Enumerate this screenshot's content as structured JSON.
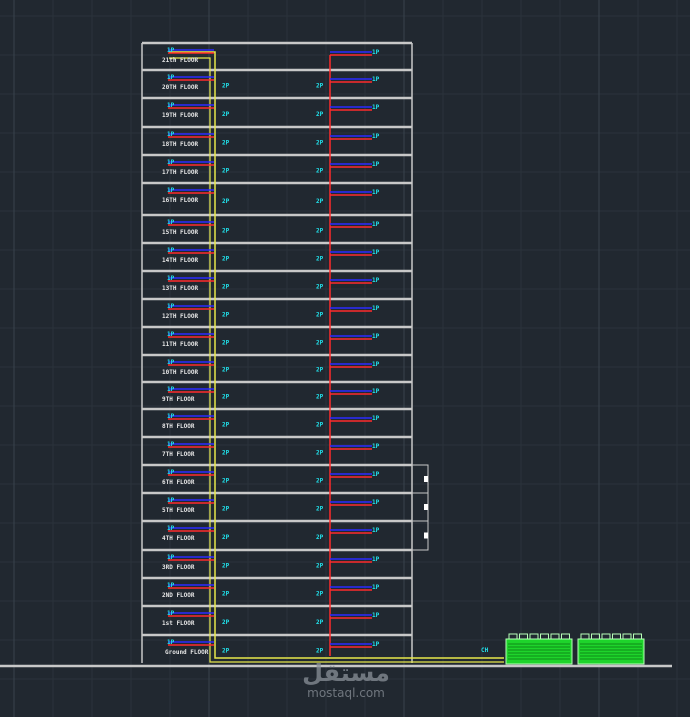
{
  "drawing": {
    "colors": {
      "background": "#212830",
      "grid_minor": "#2a323b",
      "grid_major": "#39424c",
      "slab": "#c8c8c8",
      "supply_pipe": "#ff2a2a",
      "return_pipe": "#2a2aff",
      "riser_yellow": "#e8e84a",
      "tag_cyan": "#21e6f0",
      "chiller_green": "#1ed42b"
    },
    "floors": [
      {
        "label": "21th FLOOR",
        "tag": "1P"
      },
      {
        "label": "20TH FLOOR",
        "tag": "1P",
        "mid_tag": "2P"
      },
      {
        "label": "19TH FLOOR",
        "tag": "1P",
        "mid_tag": "2P"
      },
      {
        "label": "18TH FLOOR",
        "tag": "1P",
        "mid_tag": "2P"
      },
      {
        "label": "17TH FLOOR",
        "tag": "1P",
        "mid_tag": "2P"
      },
      {
        "label": "16TH FLOOR",
        "tag": "1P",
        "mid_tag": "2P"
      },
      {
        "label": "15TH FLOOR",
        "tag": "1P",
        "mid_tag": "2P"
      },
      {
        "label": "14TH FLOOR",
        "tag": "1P",
        "mid_tag": "2P"
      },
      {
        "label": "13TH FLOOR",
        "tag": "1P",
        "mid_tag": "2P"
      },
      {
        "label": "12TH FLOOR",
        "tag": "1P",
        "mid_tag": "2P"
      },
      {
        "label": "11TH FLOOR",
        "tag": "1P",
        "mid_tag": "2P"
      },
      {
        "label": "10TH FLOOR",
        "tag": "1P",
        "mid_tag": "2P"
      },
      {
        "label": "9TH FLOOR",
        "tag": "1P",
        "mid_tag": "2P"
      },
      {
        "label": "8TH FLOOR",
        "tag": "1P",
        "mid_tag": "2P"
      },
      {
        "label": "7TH FLOOR",
        "tag": "1P",
        "mid_tag": "2P"
      },
      {
        "label": "6TH FLOOR",
        "tag": "1P",
        "mid_tag": "2P"
      },
      {
        "label": "5TH FLOOR",
        "tag": "1P",
        "mid_tag": "2P"
      },
      {
        "label": "4TH FLOOR",
        "tag": "1P",
        "mid_tag": "2P"
      },
      {
        "label": "3RD FLOOR",
        "tag": "1P",
        "mid_tag": "2P"
      },
      {
        "label": "2ND FLOOR",
        "tag": "1P",
        "mid_tag": "2P"
      },
      {
        "label": "1st FLOOR",
        "tag": "1P",
        "mid_tag": "2P"
      },
      {
        "label": "Ground FLOOR",
        "tag": "1P",
        "mid_tag": "2P"
      }
    ],
    "right_tag": "1P",
    "chiller_tag": "CH",
    "chiller_count": 2
  },
  "watermark": {
    "logo_text": "مستقل",
    "site_text": "mostaql.com"
  }
}
